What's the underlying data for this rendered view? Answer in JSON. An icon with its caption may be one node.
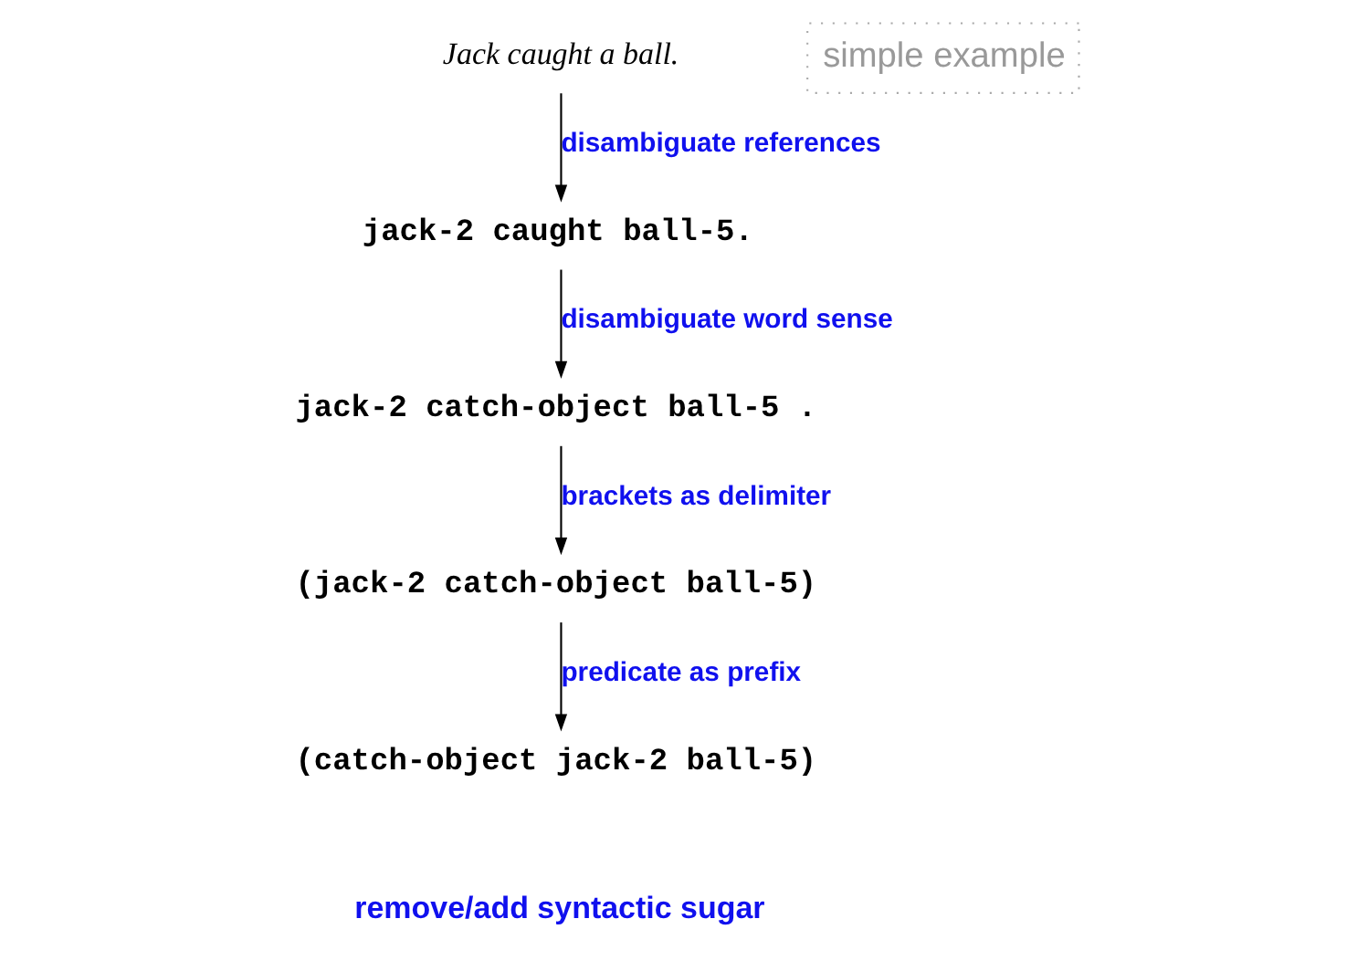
{
  "diagram": {
    "nodes": [
      {
        "text": [
          "Jack caught a ball."
        ]
      },
      {
        "text": [
          "jack-2 caught ball-5."
        ]
      },
      {
        "text": [
          "jack-2 catch-object ball-5 ."
        ]
      },
      {
        "text": [
          "(jack-2 catch-object ball-5)"
        ]
      },
      {
        "text": [
          "(catch-object jack-2 ball-5)"
        ]
      }
    ],
    "edges": [
      {
        "from": 0,
        "to": 1,
        "arrow": "to",
        "label": "disambiguate references"
      },
      {
        "from": 1,
        "to": 2,
        "arrow": "to",
        "label": "disambiguate word sense"
      },
      {
        "from": 2,
        "to": 3,
        "arrow": "to",
        "label": "brackets as delimiter"
      },
      {
        "from": 3,
        "to": 4,
        "arrow": "to",
        "label": "predicate as prefix"
      }
    ],
    "labels": [
      "simple example",
      "remove/add syntactic sugar"
    ]
  }
}
